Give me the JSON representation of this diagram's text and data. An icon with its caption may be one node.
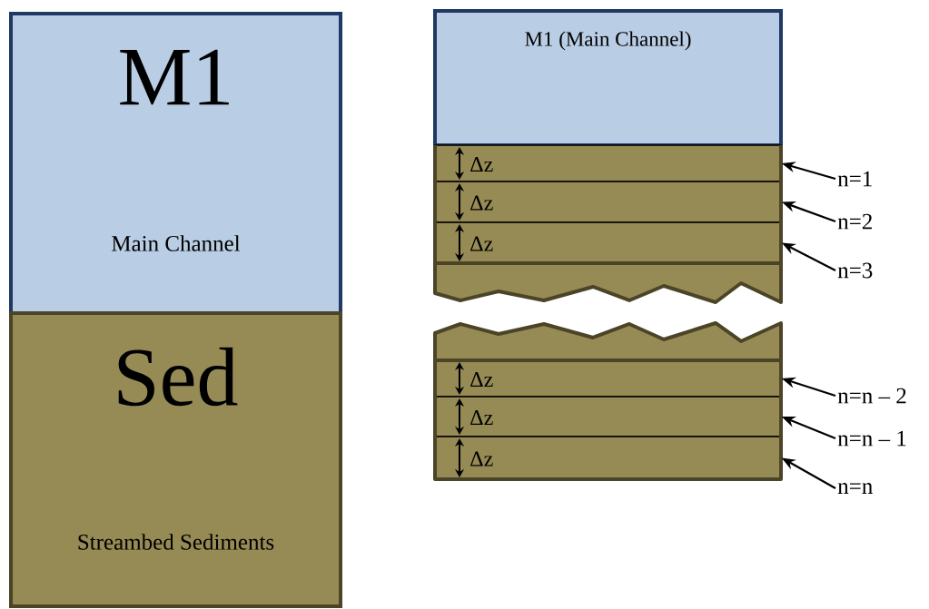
{
  "diagram": {
    "nodes": [
      {
        "text": [
          "M1",
          "Main Channel"
        ]
      },
      {
        "text": [
          "Sed",
          "Streambed Sediments"
        ]
      },
      {
        "text": [
          "M1 (Main Channel)"
        ]
      },
      {
        "text": [
          "Δz"
        ]
      },
      {
        "text": [
          "Δz"
        ]
      },
      {
        "text": [
          "Δz"
        ]
      },
      {
        "text": [
          "Δz"
        ]
      },
      {
        "text": [
          "Δz"
        ]
      },
      {
        "text": [
          "Δz"
        ]
      },
      {
        "text": [
          "n=1"
        ]
      },
      {
        "text": [
          "n=2"
        ]
      },
      {
        "text": [
          "n=3"
        ]
      },
      {
        "text": [
          "n=n – 2"
        ]
      },
      {
        "text": [
          "n=n – 1"
        ]
      },
      {
        "text": [
          "n=n"
        ]
      }
    ],
    "edges": [
      {
        "from": 9,
        "to": 3,
        "arrow": "to"
      },
      {
        "from": 10,
        "to": 4,
        "arrow": "to"
      },
      {
        "from": 11,
        "to": 5,
        "arrow": "to"
      },
      {
        "from": 12,
        "to": 6,
        "arrow": "to"
      },
      {
        "from": 13,
        "to": 7,
        "arrow": "to"
      },
      {
        "from": 14,
        "to": 8,
        "arrow": "to"
      }
    ]
  }
}
